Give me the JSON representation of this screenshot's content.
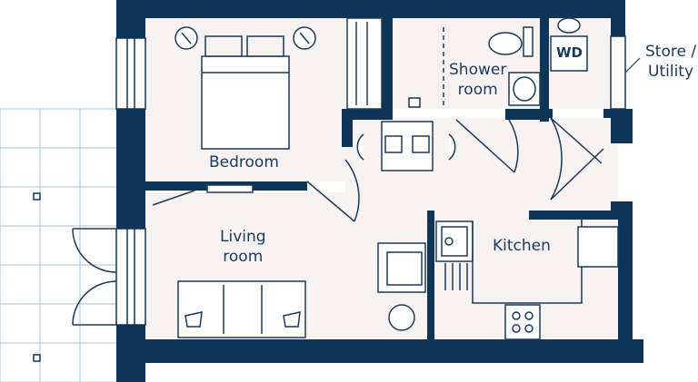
{
  "rooms": {
    "bedroom": "Bedroom",
    "shower_room_line1": "Shower",
    "shower_room_line2": "room",
    "store_utility_line1": "Store /",
    "store_utility_line2": "Utility",
    "living_room_line1": "Living",
    "living_room_line2": "room",
    "kitchen": "Kitchen"
  },
  "appliance": {
    "washer_dryer": "WD"
  },
  "colors": {
    "wall": "#0e3557",
    "fixture_line": "#1a3a5c",
    "floor": "#f7f1f1",
    "terrace_grid": "#a9c3d6"
  },
  "icons": [
    "bed-icon",
    "lamp-icon",
    "shower-icon",
    "toilet-icon",
    "sink-icon",
    "washer-dryer-icon",
    "dining-table-icon",
    "sofa-icon",
    "armchair-icon",
    "hob-icon",
    "kitchen-sink-icon",
    "radiator-icon"
  ]
}
